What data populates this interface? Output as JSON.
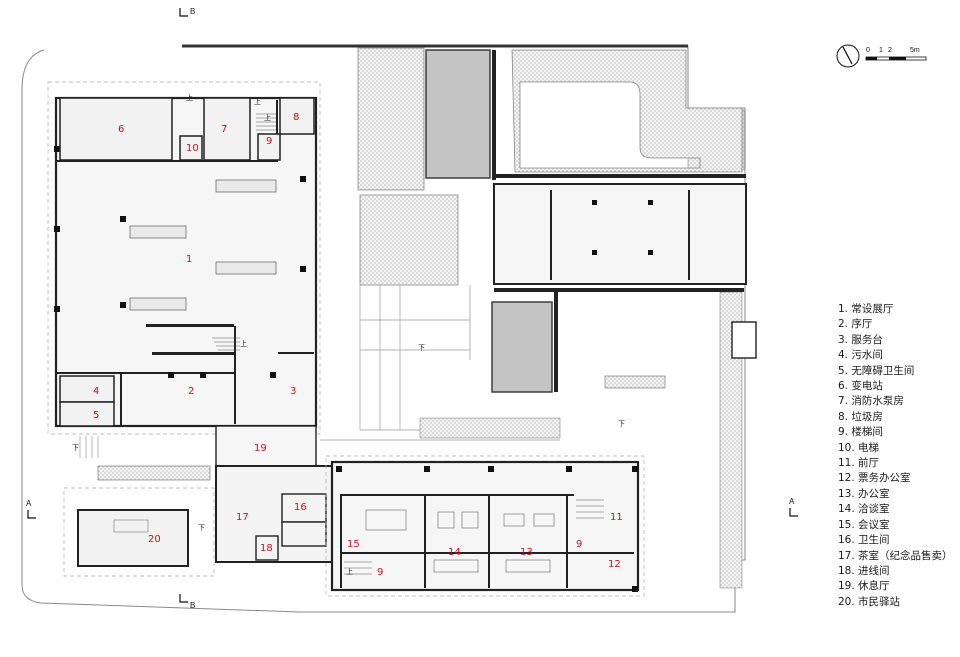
{
  "scale": {
    "ticks": [
      "0",
      "1",
      "2"
    ],
    "end": "5m"
  },
  "section_marks": {
    "a": "A",
    "b": "B"
  },
  "level_marks": {
    "up": "上",
    "down": "下"
  },
  "rooms": {
    "r1": "1",
    "r2": "2",
    "r3": "3",
    "r4": "4",
    "r5": "5",
    "r6": "6",
    "r7": "7",
    "r8": "8",
    "r9": "9",
    "r10": "10",
    "r11": "11",
    "r12": "12",
    "r13": "13",
    "r14": "14",
    "r15": "15",
    "r16": "16",
    "r17": "17",
    "r18": "18",
    "r19": "19",
    "r20": "20"
  },
  "legend": [
    "1. 常设展厅",
    "2. 序厅",
    "3. 服务台",
    "4. 污水间",
    "5. 无障碍卫生间",
    "6. 变电站",
    "7. 消防水泵房",
    "8. 垃圾房",
    "9. 楼梯间",
    "10. 电梯",
    "11. 前厅",
    "12. 票务办公室",
    "13. 办公室",
    "14. 洽谈室",
    "15. 会议室",
    "16. 卫生间",
    "17. 茶室（纪念品售卖）",
    "18. 进线间",
    "19. 休息厅",
    "20. 市民驿站"
  ]
}
